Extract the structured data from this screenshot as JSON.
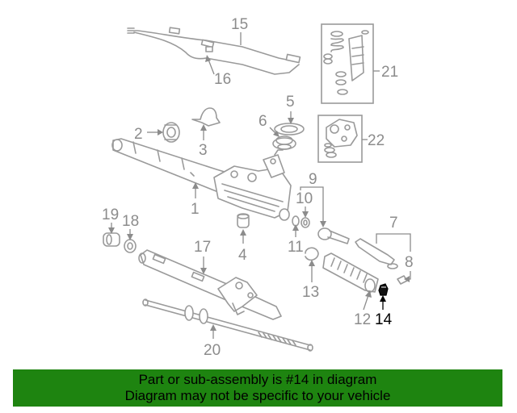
{
  "callouts": {
    "c1": "1",
    "c2": "2",
    "c3": "3",
    "c4": "4",
    "c5": "5",
    "c6": "6",
    "c7": "7",
    "c8": "8",
    "c9": "9",
    "c10": "10",
    "c11": "11",
    "c12": "12",
    "c13": "13",
    "c14": "14",
    "c15": "15",
    "c16": "16",
    "c17": "17",
    "c18": "18",
    "c19": "19",
    "c20": "20",
    "c21": "21",
    "c22": "22"
  },
  "highlight": {
    "part_number": "14",
    "color": "#000000"
  },
  "banner": {
    "line1": "Part or sub-assembly is #14 in diagram",
    "line2": "Diagram may not be specific to your vehicle",
    "background": "#1e8410"
  }
}
